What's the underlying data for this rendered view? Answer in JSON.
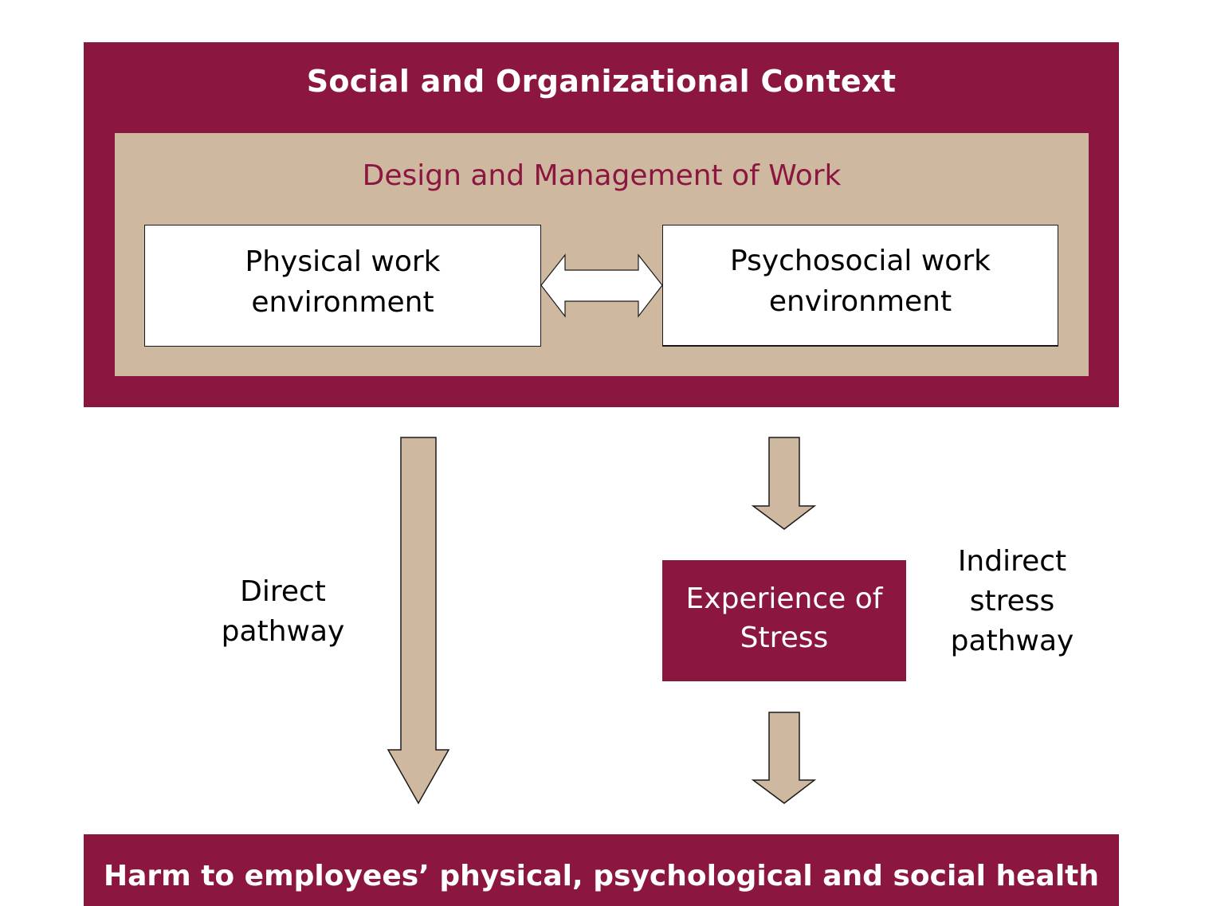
{
  "diagram": {
    "outer": {
      "title": "Social and Organizational Context"
    },
    "inner": {
      "title": "Design and Management of Work"
    },
    "boxes": {
      "physical": {
        "line1": "Physical work",
        "line2": "environment"
      },
      "psychosocial": {
        "line1": "Psychosocial work",
        "line2": "environment"
      }
    },
    "stress_box": {
      "line1": "Experience of",
      "line2": "Stress"
    },
    "labels": {
      "direct": {
        "line1": "Direct",
        "line2": "pathway"
      },
      "indirect": {
        "line1": "Indirect",
        "line2": "stress",
        "line3": "pathway"
      }
    },
    "outcome": {
      "title": "Harm to employees’ physical, psychological and social health"
    },
    "arrows": [
      {
        "from": "physical",
        "to": "psychosocial",
        "type": "bidirectional"
      },
      {
        "from": "design-and-management-of-work",
        "to": "outcome",
        "type": "direct"
      },
      {
        "from": "design-and-management-of-work",
        "to": "experience-of-stress",
        "type": "indirect"
      },
      {
        "from": "experience-of-stress",
        "to": "outcome",
        "type": "indirect"
      }
    ],
    "colors": {
      "maroon": "#8B1740",
      "tan": "#CEB8A0",
      "white": "#FFFFFF",
      "outline": "#1A1A1A"
    }
  }
}
